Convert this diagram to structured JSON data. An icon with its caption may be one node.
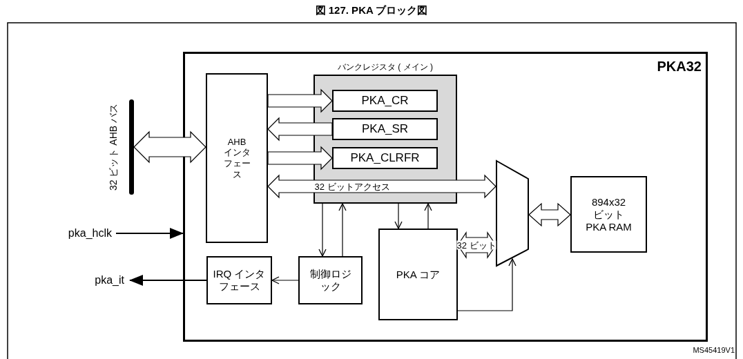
{
  "diagram": {
    "title": "図 127. PKA ブロック図",
    "nodes": [
      {
        "text": [
          "PKA32"
        ]
      },
      {
        "text": [
          "32 ビット AHB バス"
        ]
      },
      {
        "text": [
          "AHB インタフェース"
        ],
        "in": 0
      },
      {
        "text": [
          "バンクレジスタ ( メイン )"
        ],
        "in": 0
      },
      {
        "text": [
          "PKA_CR"
        ],
        "in": 3
      },
      {
        "text": [
          "PKA_SR"
        ],
        "in": 3
      },
      {
        "text": [
          "PKA_CLRFR"
        ],
        "in": 3
      },
      {
        "text": [],
        "shape": "trapezoid",
        "in": 0
      },
      {
        "text": [
          "894x32 ビット PKA RAM"
        ],
        "in": 0
      },
      {
        "text": [
          "制御ロジック"
        ],
        "in": 0
      },
      {
        "text": [
          "IRQ インタフェース"
        ],
        "in": 0
      },
      {
        "text": [
          "PKA コア"
        ],
        "in": 0
      },
      {
        "text": [
          "pka_hclk"
        ]
      },
      {
        "text": [
          "pka_it"
        ]
      }
    ],
    "edges": [
      {
        "from": 1,
        "to": 2,
        "arrow": "both",
        "style": "thick"
      },
      {
        "from": 2,
        "to": 4,
        "arrow": "to",
        "style": "thick"
      },
      {
        "from": 5,
        "to": 2,
        "arrow": "to",
        "style": "thick"
      },
      {
        "from": 2,
        "to": 6,
        "arrow": "to",
        "style": "thick"
      },
      {
        "from": 2,
        "to": 7,
        "arrow": "both",
        "style": "thick",
        "label": "32 ビットアクセス"
      },
      {
        "from": 7,
        "to": 8,
        "arrow": "both",
        "style": "thick"
      },
      {
        "from": 11,
        "to": 7,
        "arrow": "both",
        "style": "thick",
        "label": "32 ビット"
      },
      {
        "from": 3,
        "to": 9,
        "arrow": "to"
      },
      {
        "from": 9,
        "to": 3,
        "arrow": "to"
      },
      {
        "from": 3,
        "to": 11,
        "arrow": "to"
      },
      {
        "from": 11,
        "to": 3,
        "arrow": "to"
      },
      {
        "from": 11,
        "to": 7,
        "arrow": "to"
      },
      {
        "from": 9,
        "to": 10,
        "arrow": "to"
      },
      {
        "from": 10,
        "to": 13,
        "arrow": "to"
      },
      {
        "from": 12,
        "to": 0,
        "arrow": "to"
      }
    ],
    "labels": [
      "MS45419V1"
    ]
  }
}
